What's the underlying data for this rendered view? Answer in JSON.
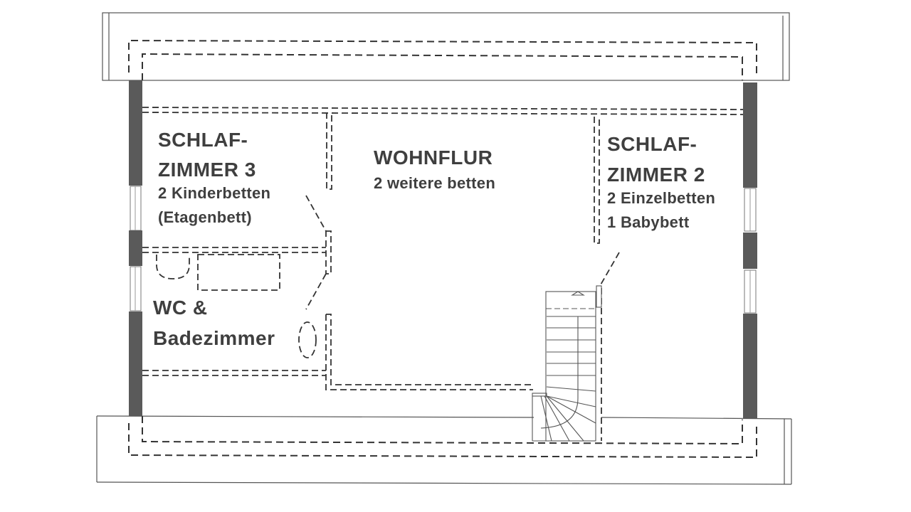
{
  "plan": {
    "type": "floor-plan",
    "colors": {
      "wall_dark": "#5a5a5a",
      "line": "#333333",
      "text": "#3f3f3f",
      "background": "#ffffff"
    }
  },
  "rooms": {
    "bedroom3": {
      "title_line1": "SCHLAF-",
      "title_line2": "ZIMMER 3",
      "detail_line1": "2 Kinderbetten",
      "detail_line2": "(Etagenbett)"
    },
    "living_hall": {
      "title": "WOHNFLUR",
      "detail": "2 weitere betten"
    },
    "bedroom2": {
      "title_line1": "SCHLAF-",
      "title_line2": "ZIMMER 2",
      "detail_line1": "2 Einzelbetten",
      "detail_line2": "1 Babybett"
    },
    "bathroom": {
      "title_line1": "WC &",
      "title_line2": "Badezimmer"
    }
  }
}
